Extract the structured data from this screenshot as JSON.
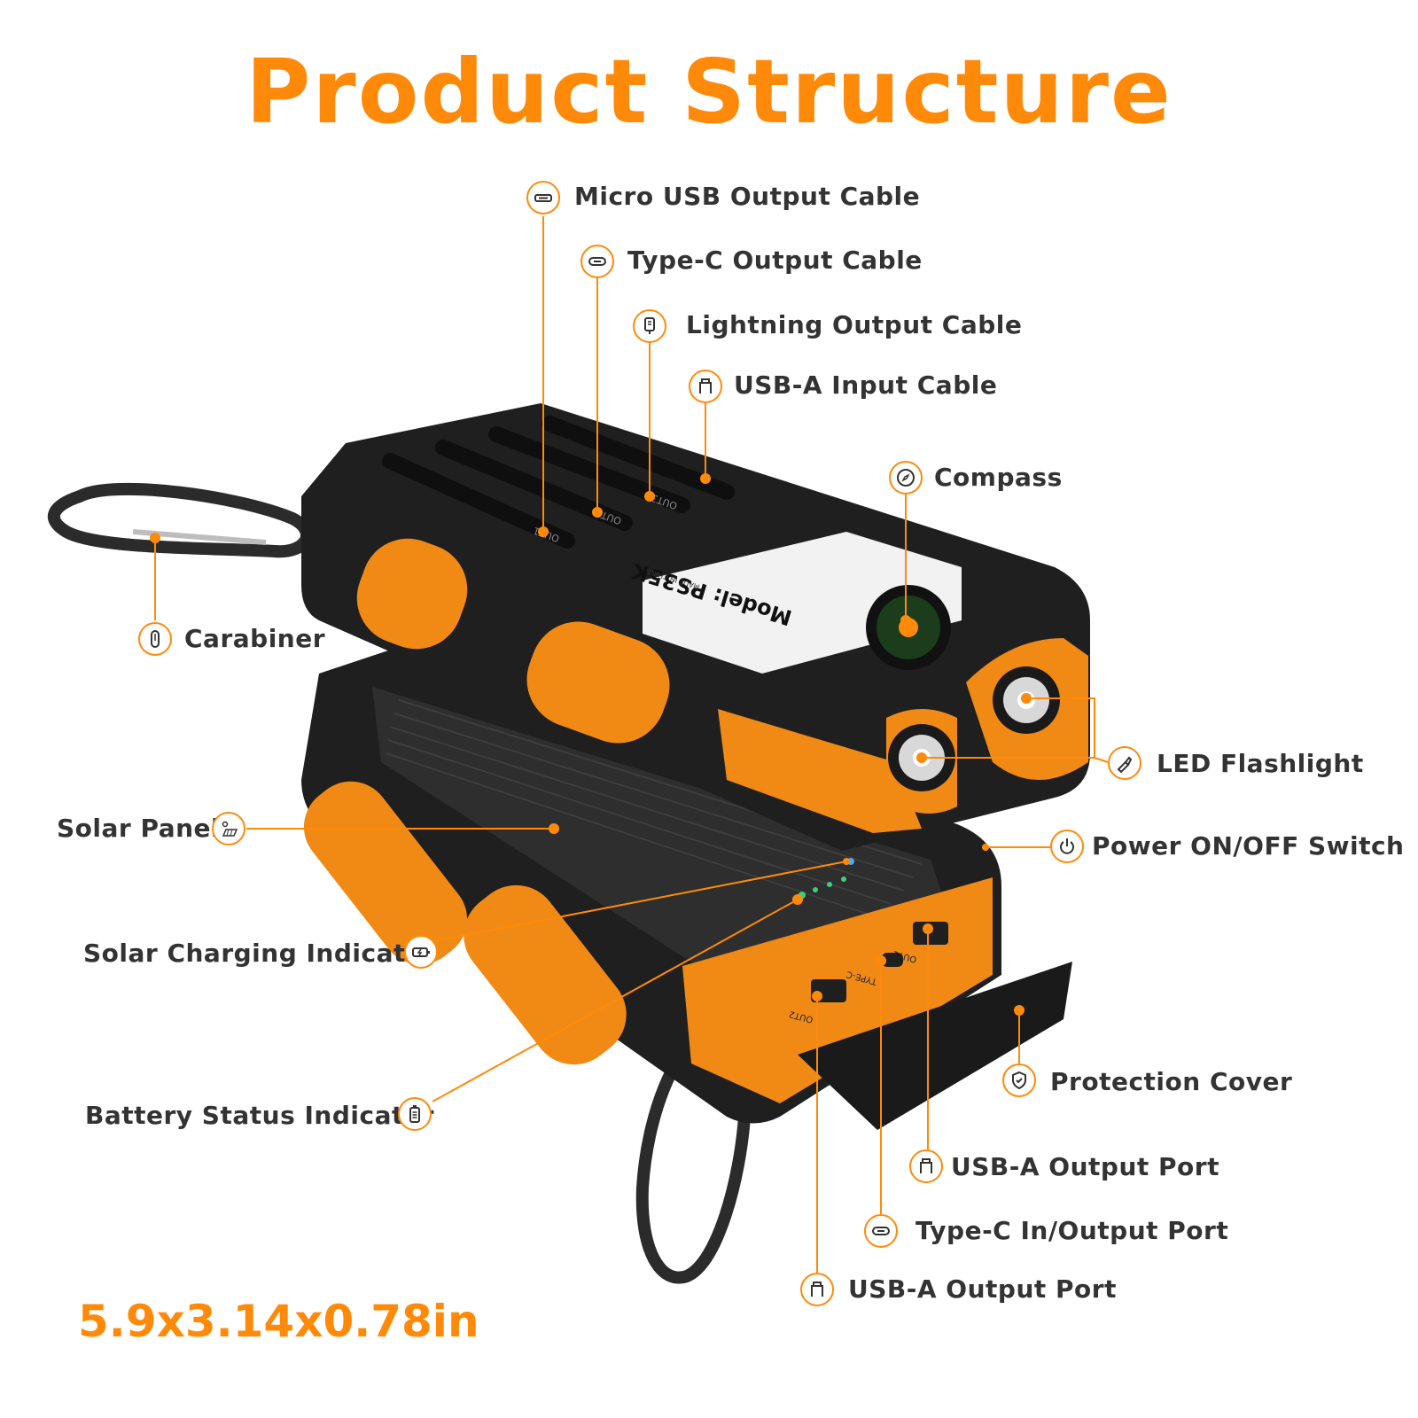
{
  "title": "Product Structure",
  "dimensions": "5.9x3.14x0.78in",
  "colors": {
    "accent": "#ff8a0a",
    "text": "#333333",
    "body": "#1f1f1f",
    "rubber": "#f08a14"
  },
  "labels": {
    "micro_usb": {
      "text": "Micro USB Output Cable",
      "icon": "micro-usb-icon"
    },
    "type_c_cable": {
      "text": "Type-C Output Cable",
      "icon": "type-c-icon"
    },
    "lightning": {
      "text": "Lightning Output Cable",
      "icon": "lightning-icon"
    },
    "usb_a_input": {
      "text": "USB-A Input Cable",
      "icon": "usb-a-icon"
    },
    "compass": {
      "text": "Compass",
      "icon": "compass-icon"
    },
    "carabiner": {
      "text": "Carabiner",
      "icon": "carabiner-icon"
    },
    "flashlight": {
      "text": "LED Flashlight",
      "icon": "flashlight-icon"
    },
    "solar_panel": {
      "text": "Solar Panel",
      "icon": "solar-panel-icon"
    },
    "power_switch": {
      "text": "Power ON/OFF Switch",
      "icon": "power-icon"
    },
    "solar_indicator": {
      "text": "Solar Charging Indicator",
      "icon": "charging-battery-icon"
    },
    "protection_cover": {
      "text": "Protection Cover",
      "icon": "shield-icon"
    },
    "battery_indicator": {
      "text": "Battery Status Indicator",
      "icon": "battery-icon"
    },
    "usb_a_output_1": {
      "text": "USB-A Output Port",
      "icon": "usb-a-icon"
    },
    "type_c_port": {
      "text": "Type-C In/Output Port",
      "icon": "type-c-icon"
    },
    "usb_a_output_2": {
      "text": "USB-A Output Port",
      "icon": "usb-a-icon"
    }
  },
  "device": {
    "model": "Model: PS35K",
    "port_labels": [
      "OUT1",
      "OUT2",
      "OUT3"
    ],
    "front_port_labels": [
      "OUT2",
      "TYPE-C",
      "OUT1"
    ],
    "made_in": "MADE IN CHINA"
  }
}
